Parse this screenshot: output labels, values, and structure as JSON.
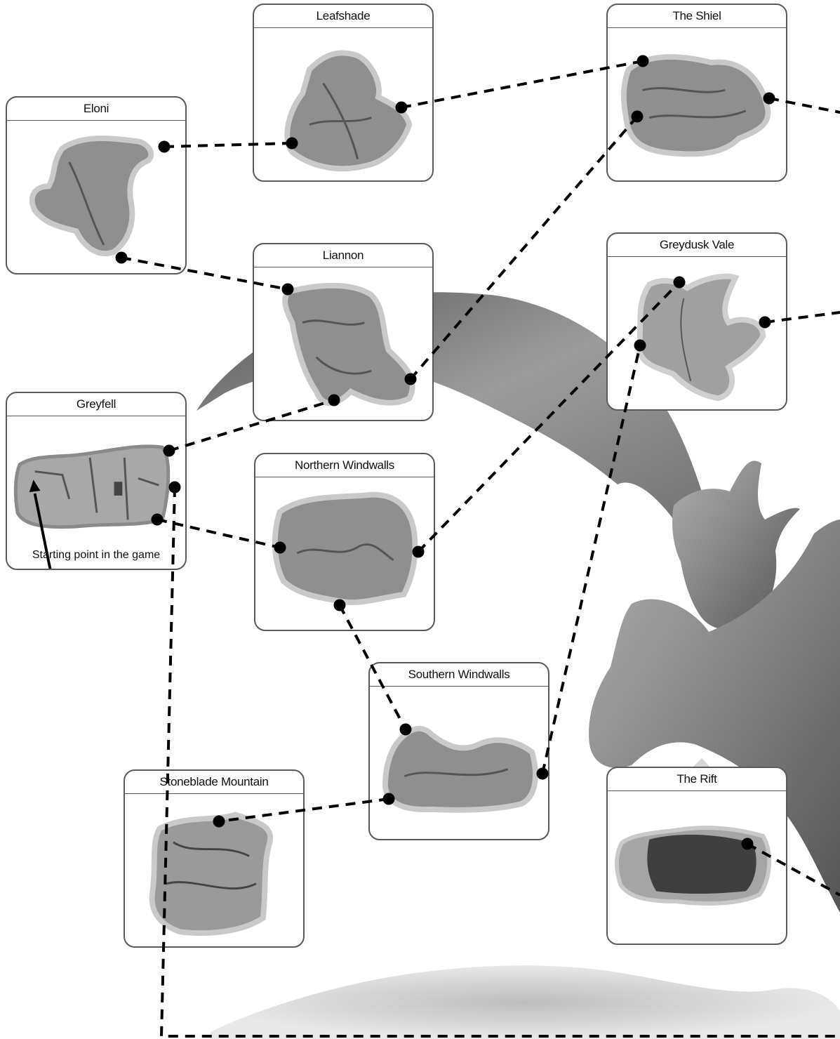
{
  "regions": [
    {
      "id": "leafshade",
      "title": "Leafshade"
    },
    {
      "id": "the-shiel",
      "title": "The Shiel"
    },
    {
      "id": "eloni",
      "title": "Eloni"
    },
    {
      "id": "liannon",
      "title": "Liannon"
    },
    {
      "id": "greydusk-vale",
      "title": "Greydusk Vale"
    },
    {
      "id": "greyfell",
      "title": "Greyfell",
      "caption": "Starting point in the game"
    },
    {
      "id": "northern-windwalls",
      "title": "Northern Windwalls"
    },
    {
      "id": "southern-windwalls",
      "title": "Southern Windwalls"
    },
    {
      "id": "stoneblade-mountain",
      "title": "Stoneblade Mountain"
    },
    {
      "id": "the-rift",
      "title": "The Rift"
    }
  ],
  "colors": {
    "land": "#8f8f8f",
    "land_dark": "#3f3f3f",
    "route": "#000000",
    "panel_border": "#5a5a5a",
    "creature": "#9a9a9a"
  },
  "icons": {
    "route_node": "black-dot",
    "start_marker": "arrow-icon",
    "background": "gargoyle-creature-illustration"
  }
}
